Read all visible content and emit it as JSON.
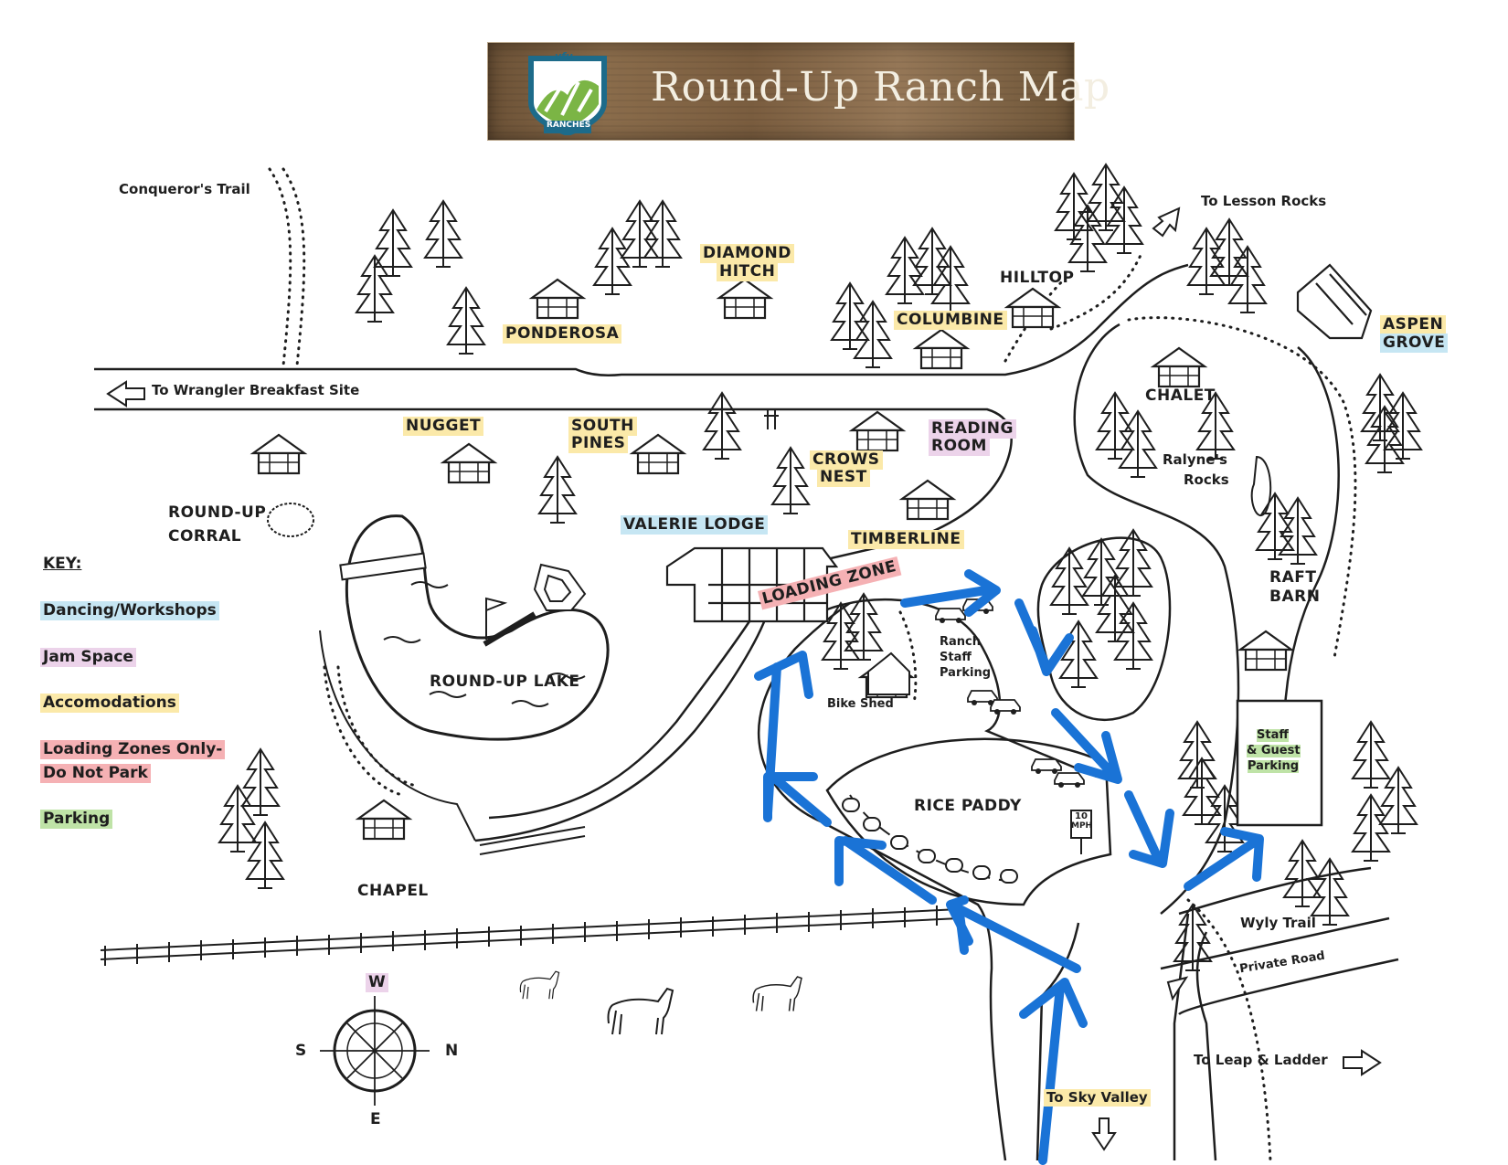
{
  "title": "Round-Up Ranch Map",
  "logo": {
    "text": "RANCHES",
    "script": "yfu",
    "icon": "mountain-shield-logo"
  },
  "trails": {
    "conquerors": "Conqueror's Trail",
    "lesson_rocks": "To Lesson Rocks",
    "wrangler": "To Wrangler Breakfast Site",
    "wyly": "Wyly Trail",
    "private_road": "Private Road",
    "leap_ladder": "To Leap & Ladder",
    "sky_valley": "To Sky Valley"
  },
  "buildings": {
    "ponderosa": "PONDEROSA",
    "diamond_hitch_1": "DIAMOND",
    "diamond_hitch_2": "HITCH",
    "hilltop": "HILLTOP",
    "columbine": "COLUMBINE",
    "aspen_grove_1": "ASPEN",
    "aspen_grove_2": "GROVE",
    "chalet": "CHALET",
    "nugget": "NUGGET",
    "south_pines_1": "SOUTH",
    "south_pines_2": "PINES",
    "reading_room_1": "READING",
    "reading_room_2": "ROOM",
    "crows_nest_1": "CROWS",
    "crows_nest_2": "NEST",
    "timberline": "TIMBERLINE",
    "valerie_lodge": "VALERIE LODGE",
    "loading_zone": "LOADING ZONE",
    "roundup_corral_1": "ROUND-UP",
    "roundup_corral_2": "CORRAL",
    "roundup_lake": "ROUND-UP LAKE",
    "chapel": "CHAPEL",
    "rice_paddy": "RICE PADDY",
    "bike_shed": "Bike Shed",
    "staff_parking_1": "Ranch",
    "staff_parking_2": "Staff",
    "staff_parking_3": "Parking",
    "raft_barn_1": "RAFT",
    "raft_barn_2": "BARN",
    "guest_parking_1": "Staff",
    "guest_parking_2": "& Guest",
    "guest_parking_3": "Parking",
    "ralynes_1": "Ralyne's",
    "ralynes_2": "Rocks"
  },
  "speed_sign": {
    "line1": "10",
    "line2": "MPH"
  },
  "key": {
    "heading": "KEY:",
    "items": [
      {
        "label": "Dancing/Workshops",
        "color": "#c6e6f3"
      },
      {
        "label": "Jam Space",
        "color": "#ecd3ea"
      },
      {
        "label": "Accomodations",
        "color": "#fbe9a9"
      },
      {
        "label": "Loading Zones Only-",
        "color": "#f5b1b4"
      },
      {
        "label": "Do Not Park",
        "color": "#f5b1b4"
      },
      {
        "label": "Parking",
        "color": "#bfe3a7"
      }
    ]
  },
  "compass": {
    "w": "W",
    "s": "S",
    "n": "N",
    "e": "E"
  },
  "colors": {
    "arrow": "#1a73d6",
    "ink": "#1e1e1e",
    "board": "#7a5d3f"
  }
}
